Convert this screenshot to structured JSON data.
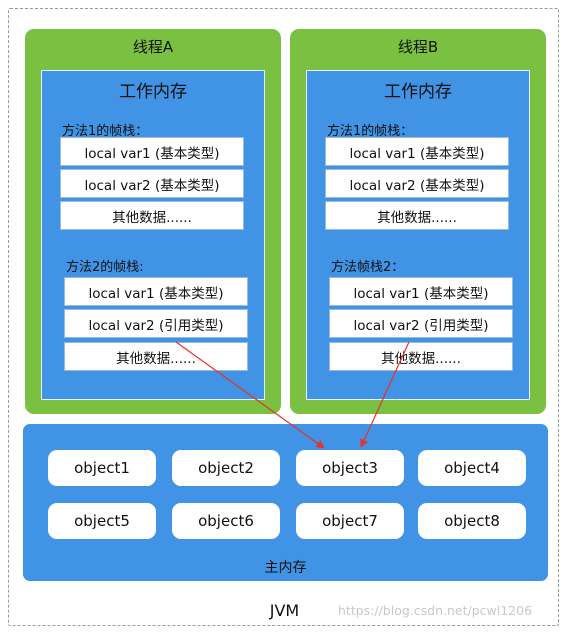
{
  "jvm": {
    "label": "JVM"
  },
  "watermark": "https://blog.csdn.net/pcwl1206",
  "threads": [
    {
      "title": "线程A",
      "work_memory_title": "工作内存",
      "frames": [
        {
          "label": "方法1的帧栈：",
          "slots": [
            "local var1 (基本类型)",
            "local var2 (基本类型)",
            "其他数据......"
          ]
        },
        {
          "label": "方法2的帧栈:",
          "slots": [
            "local var1 (基本类型)",
            "local var2 (引用类型)",
            "其他数据......"
          ]
        }
      ]
    },
    {
      "title": "线程B",
      "work_memory_title": "工作内存",
      "frames": [
        {
          "label": "方法1的帧栈：",
          "slots": [
            "local var1 (基本类型)",
            "local var2 (基本类型)",
            "其他数据......"
          ]
        },
        {
          "label": "方法帧栈2：",
          "slots": [
            "local var1 (基本类型)",
            "local var2 (引用类型)",
            "其他数据......"
          ]
        }
      ]
    }
  ],
  "main_memory": {
    "title": "主内存",
    "objects": [
      "object1",
      "object2",
      "object3",
      "object4",
      "object5",
      "object6",
      "object7",
      "object8"
    ]
  },
  "colors": {
    "thread_green": "#7ac142",
    "memory_blue": "#4193e5",
    "arrow_red": "#e8312a"
  }
}
